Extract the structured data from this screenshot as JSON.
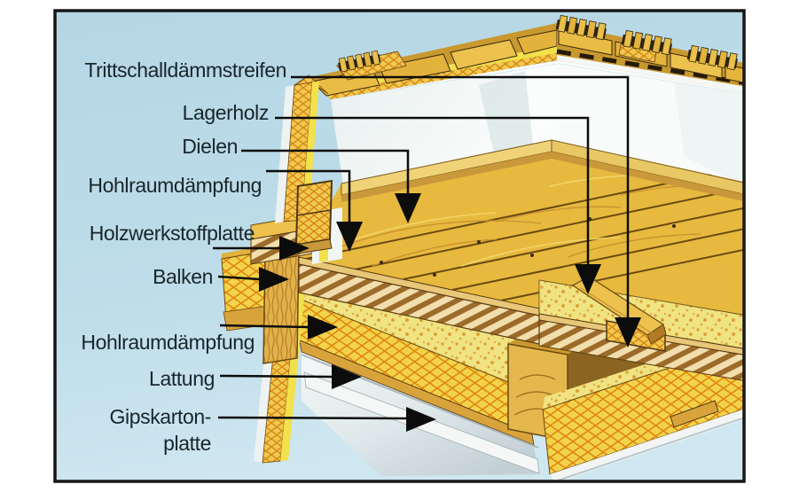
{
  "figure_type": "construction-cutaway-diagram",
  "labels": [
    {
      "id": "trittschalldaemmstreifen",
      "text": "Trittschalldämmstreifen"
    },
    {
      "id": "lagerholz",
      "text": "Lagerholz"
    },
    {
      "id": "dielen",
      "text": "Dielen"
    },
    {
      "id": "hohlraumdaempfung-oben",
      "text": "Hohlraumdämpfung"
    },
    {
      "id": "holzwerkstoffplatte",
      "text": "Holzwerkstoffplatte"
    },
    {
      "id": "balken",
      "text": "Balken"
    },
    {
      "id": "hohlraumdaempfung-unten",
      "text": "Hohlraumdämpfung"
    },
    {
      "id": "lattung",
      "text": "Lattung"
    },
    {
      "id": "gipskartonplatte",
      "text": "Gipskarton-\nplatte"
    }
  ],
  "palette": {
    "page_background": "#ffffff",
    "frame_border": "#161616",
    "sky_top": "#b5d6e5",
    "sky_bottom": "#cfe7f1",
    "label_text": "#17262b",
    "pointer_line": "#0c0c0c",
    "wood_base": "#e7b93e",
    "wood_light": "#f0cd6a",
    "wood_dark_line": "#6b4a12",
    "insulation_yellow": "#f2d44c",
    "insulation_hatch_orange": "#e1860e",
    "speckle_yellow": "#efe382",
    "plywood_stripe_light": "#f2dead",
    "plywood_stripe_dark": "#9c6b2a",
    "wall_white": "#f8fbfa",
    "plasterboard_white": "#f4f7f6"
  }
}
